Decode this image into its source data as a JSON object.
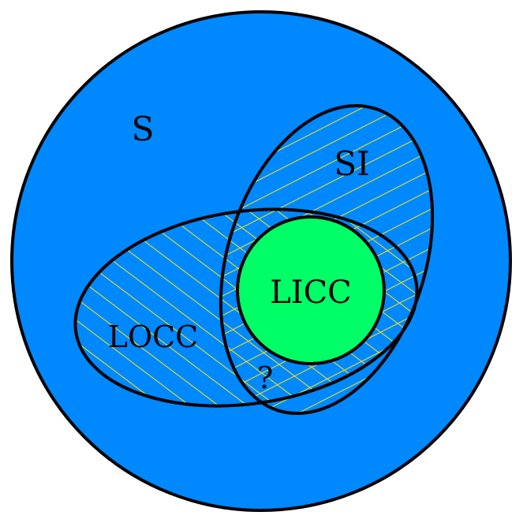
{
  "diagram": {
    "labels": {
      "outer_set": "S",
      "si_set": "SI",
      "locc_set": "LOCC",
      "licc_set": "LICC",
      "unknown_region": "?"
    },
    "colors": {
      "outer_fill": "#0088ff",
      "inner_fill": "#00ff66",
      "hatch": "#e8e020",
      "outline": "#000000"
    }
  }
}
